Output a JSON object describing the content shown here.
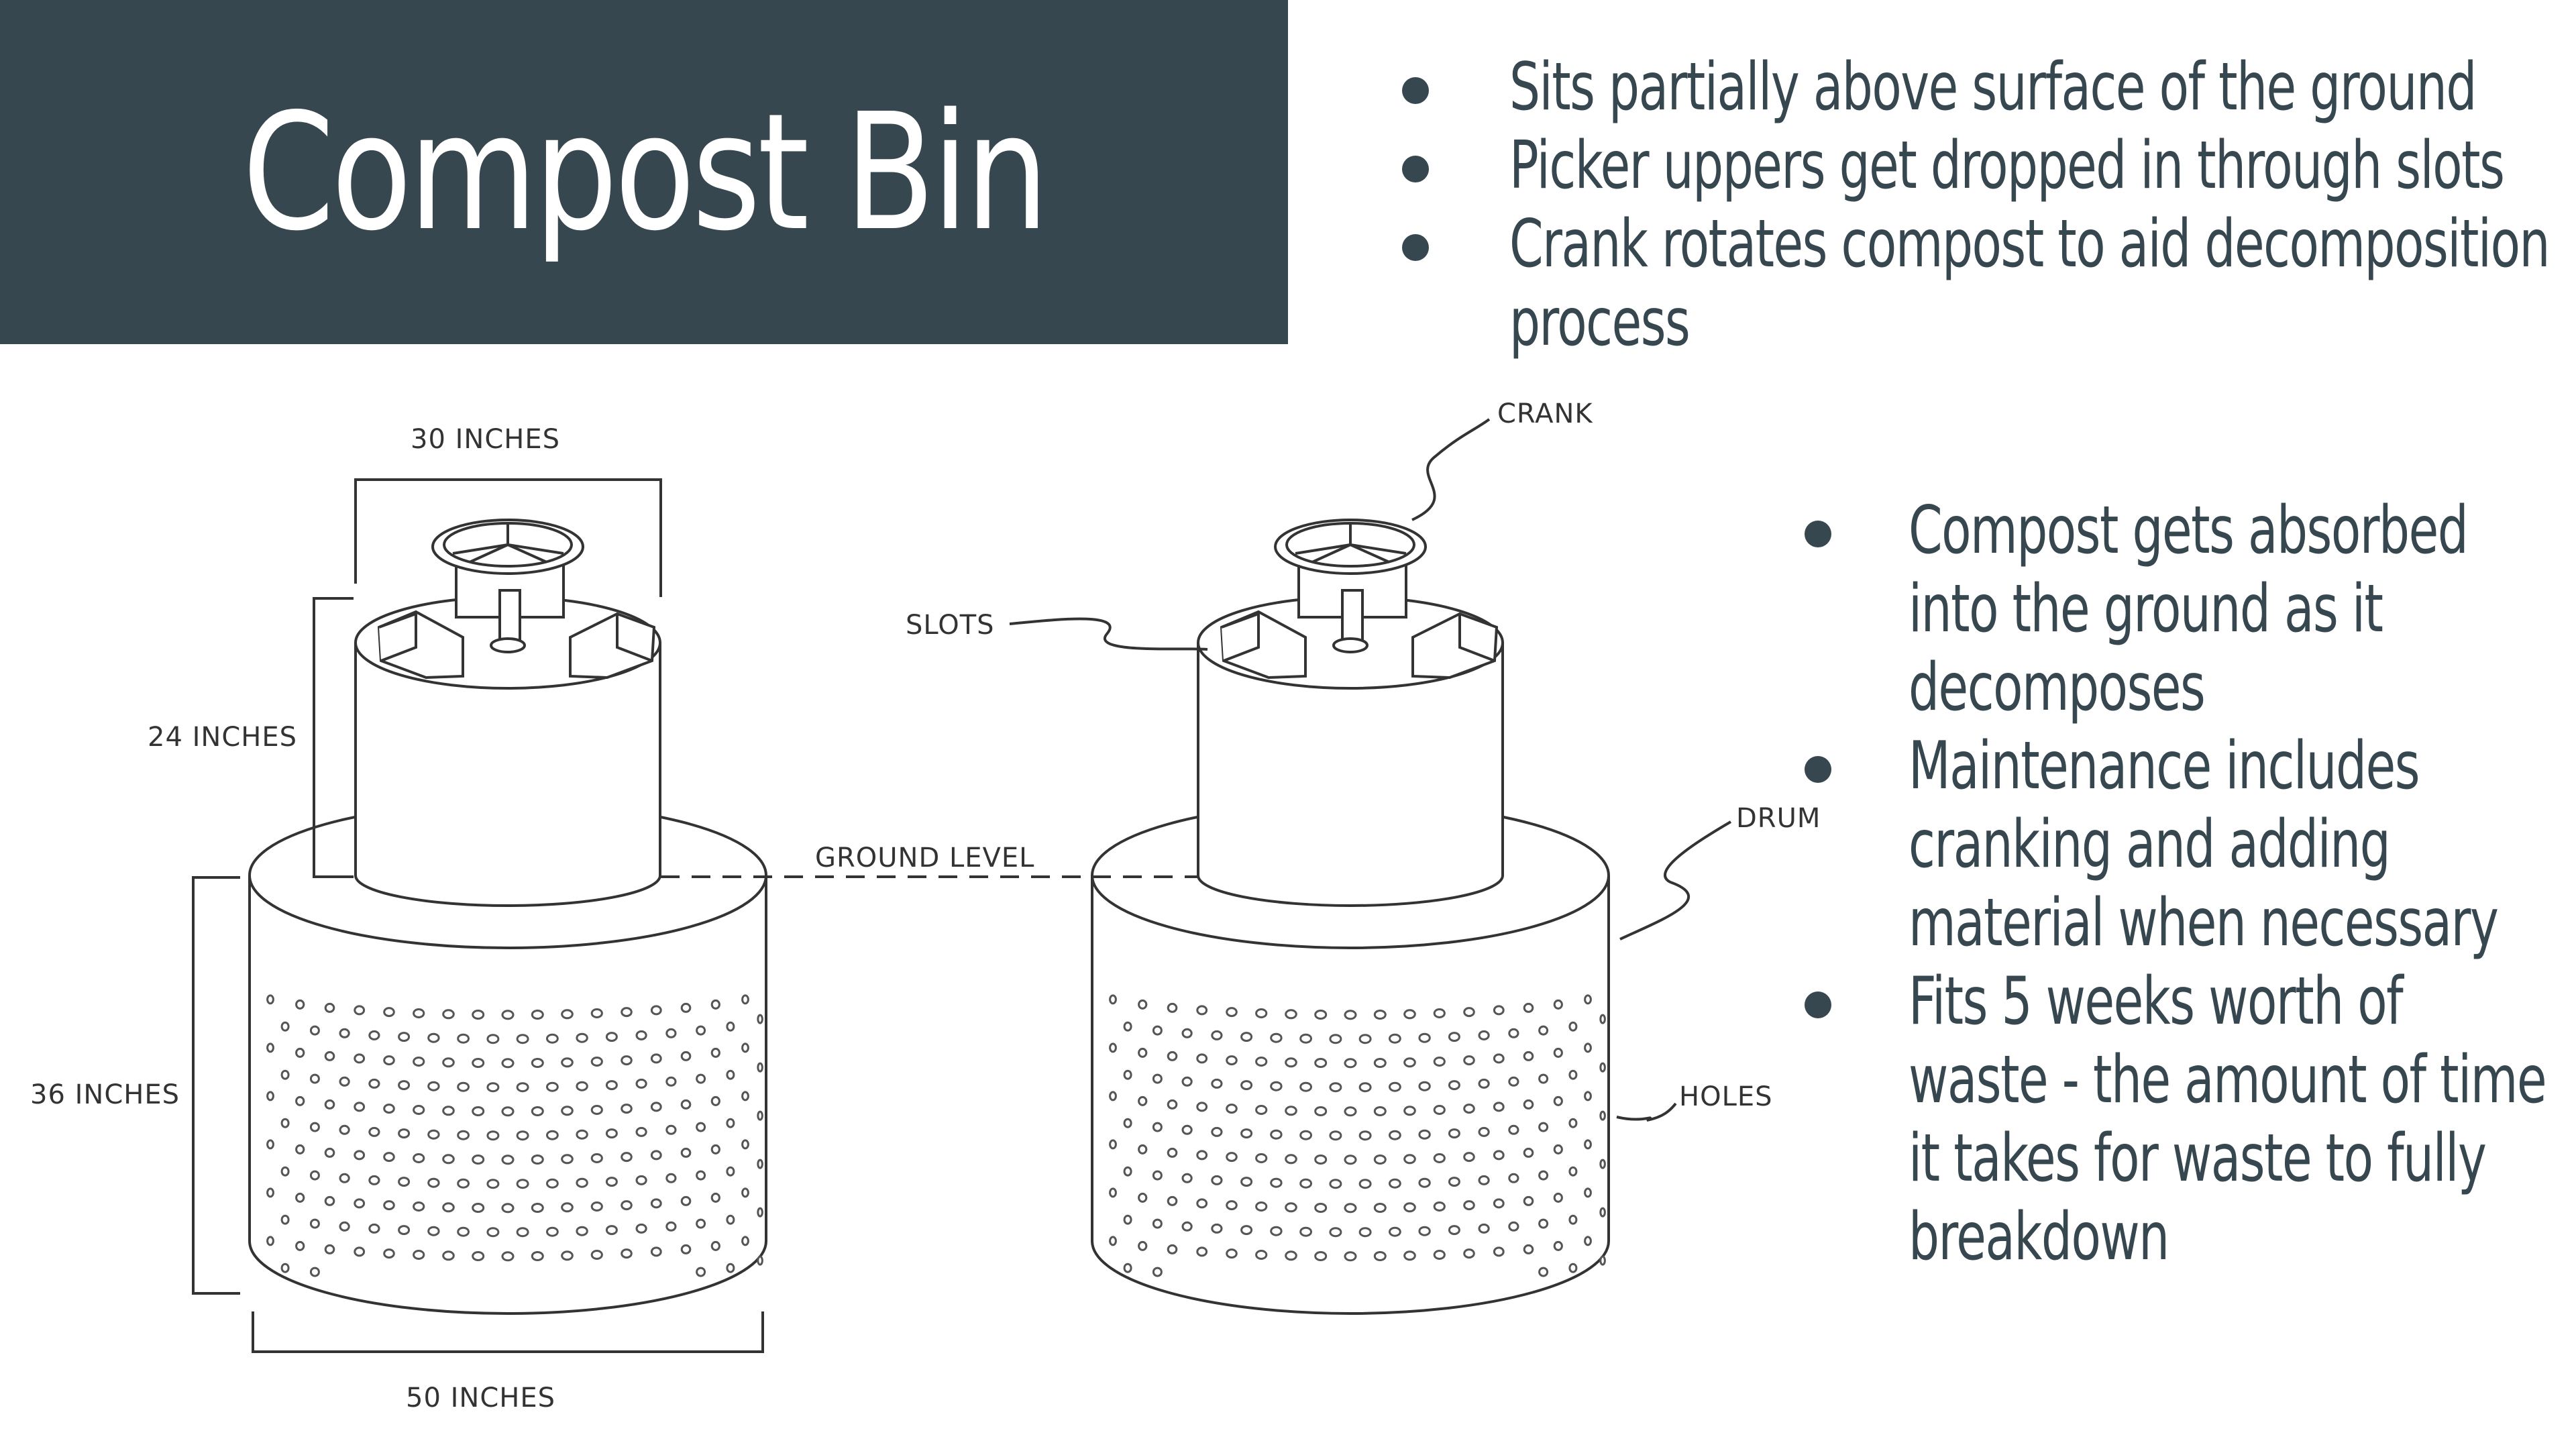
{
  "title": "Compost Bin",
  "top_bullets": [
    "Sits partially above surface of the ground",
    "Picker uppers get dropped in through slots",
    "Crank rotates compost to aid decomposition",
    "process"
  ],
  "side_bullets": [
    [
      "Compost gets absorbed",
      "into the ground as it",
      "decomposes"
    ],
    [
      "Maintenance includes",
      "cranking and adding",
      "material when necessary"
    ],
    [
      "Fits 5 weeks worth of",
      "waste - the amount of time",
      "it takes for waste to fully",
      "breakdown"
    ]
  ],
  "labels": {
    "width_top": "30 INCHES",
    "height_top": "24 INCHES",
    "height_bottom": "36 INCHES",
    "width_bottom": "50 INCHES",
    "ground_level": "GROUND LEVEL",
    "crank": "CRANK",
    "slots": "SLOTS",
    "drum": "DRUM",
    "holes": "HOLES"
  },
  "colors": {
    "band": "#37474f",
    "text": "#37474f",
    "line": "#333333"
  }
}
